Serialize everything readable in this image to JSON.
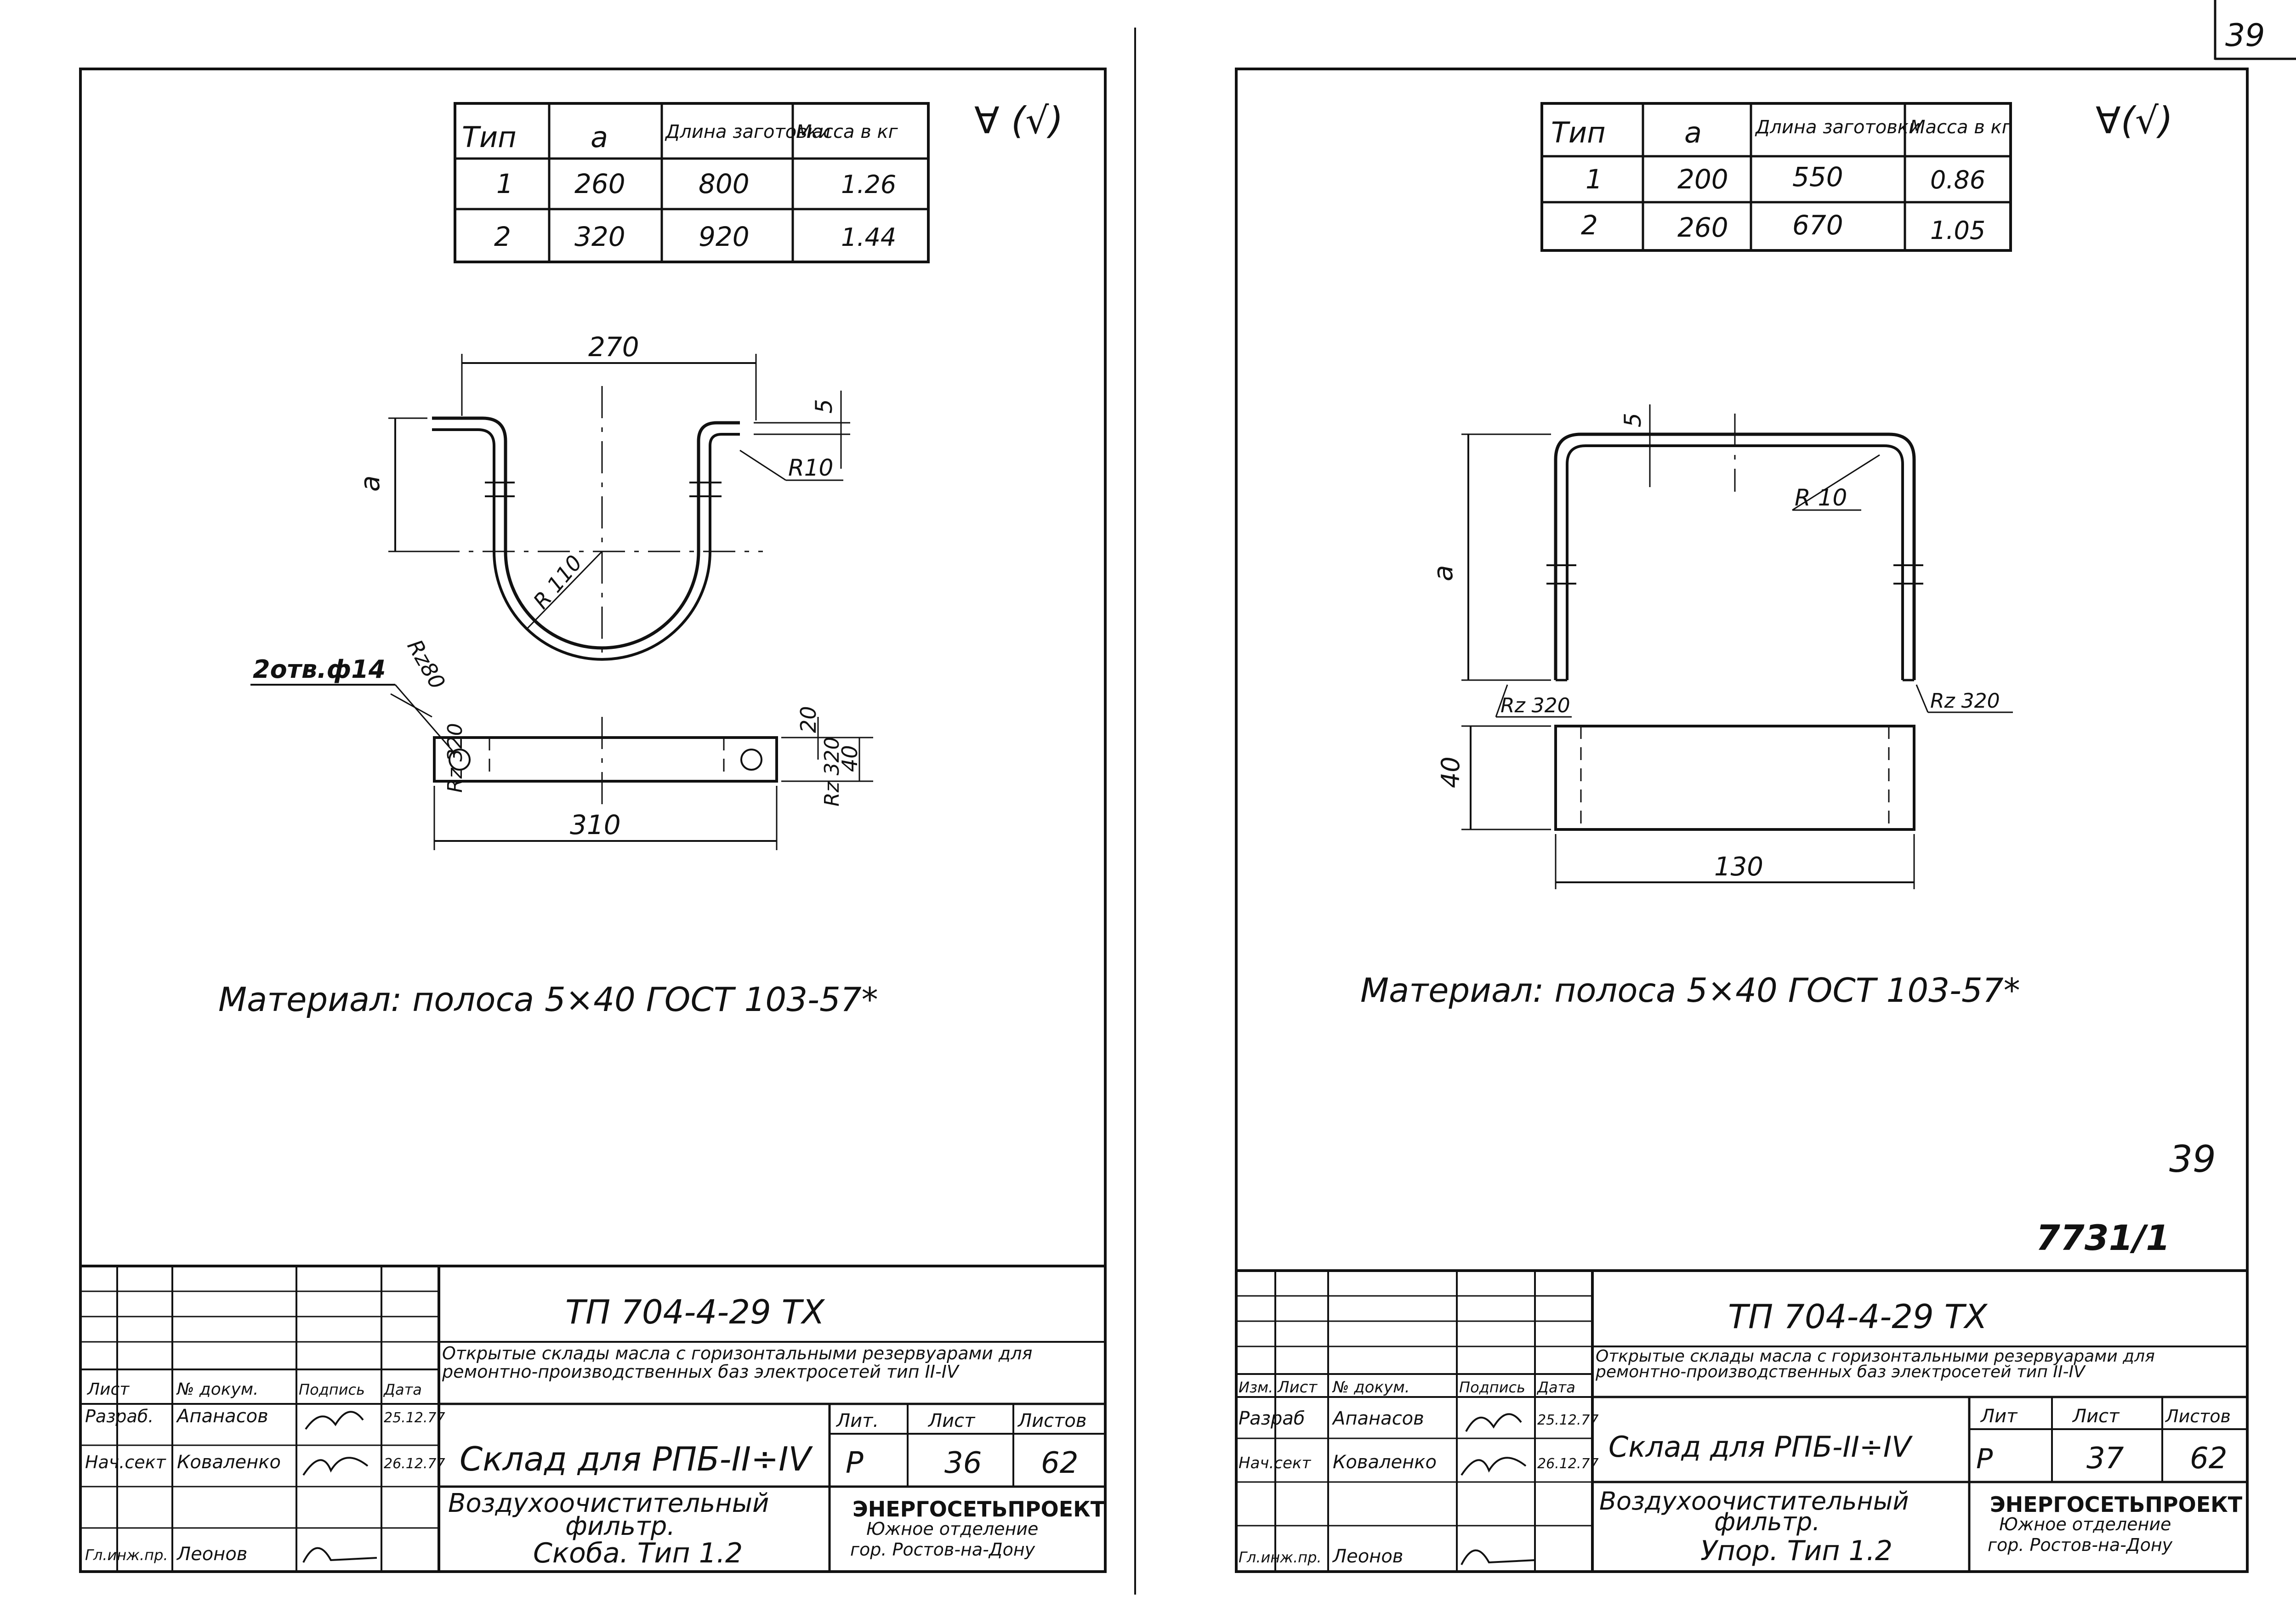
{
  "page_number": "39",
  "left_sheet": {
    "checkmark": "∀ (√)",
    "table": {
      "headers": [
        "Тип",
        "a",
        "Длина заготовки",
        "Масса в кг"
      ],
      "rows": [
        [
          "1",
          "260",
          "800",
          "1.26"
        ],
        [
          "2",
          "320",
          "920",
          "1.44"
        ]
      ]
    },
    "dims": {
      "top_width": "270",
      "thickness": "5",
      "bend_radius": "R10",
      "arc_radius": "R 110",
      "a": "a",
      "hole": "2отв.ф14",
      "rz80": "Rz80",
      "rz320_left": "Rz 320",
      "rz320_right": "Rz 320",
      "width20": "20",
      "width40": "40",
      "length": "310"
    },
    "material": "Материал: полоса 5×40  ГОСТ 103-57*",
    "title_block": {
      "code": "ТП 704-4-29 ТХ",
      "description": "Открытые склады масла с горизонтальными резервуарами для ремонтно-производственных баз электросетей тип II-IV",
      "col_list": "Лист",
      "col_doc": "№ докум.",
      "col_sign": "Подпись",
      "col_date": "Дата",
      "r1_role": "Разраб.",
      "r1_name": "Апанасов",
      "r1_date": "25.12.77",
      "r2_role": "Нач.сект",
      "r2_name": "Коваленко",
      "r2_date": "26.12.77",
      "r3_role": "Гл.инж.пр.",
      "r3_name": "Леонов",
      "name": "Склад для РПБ-II÷IV",
      "lit_h": "Лит.",
      "sheet_h": "Лист",
      "sheets_h": "Листов",
      "lit": "Р",
      "sheet": "36",
      "sheets": "62",
      "subject1": "Воздухоочистительный",
      "subject2": "фильтр.",
      "subject3": "Скоба. Тип 1.2",
      "org1": "ЭНЕРГОСЕТЬПРОЕКТ",
      "org2": "Южное отделение",
      "org3": "гор. Ростов-на-Дону"
    }
  },
  "right_sheet": {
    "checkmark": "∀(√)",
    "table": {
      "headers": [
        "Тип",
        "a",
        "Длина заготовки",
        "Масса в кг"
      ],
      "rows": [
        [
          "1",
          "200",
          "550",
          "0.86"
        ],
        [
          "2",
          "260",
          "670",
          "1.05"
        ]
      ]
    },
    "dims": {
      "thickness": "5",
      "bend_radius": "R 10",
      "a": "a",
      "rz320_left": "Rz 320",
      "rz320_right": "Rz 320",
      "width40": "40",
      "length": "130"
    },
    "material": "Материал: полоса 5×40  ГОСТ 103-57*",
    "sheet_number": "39",
    "archive_number": "7731/1",
    "title_block": {
      "code": "ТП 704-4-29 ТХ",
      "description": "Открытые склады масла с горизонтальными резервуарами для ремонтно-производственных баз электросетей тип II-IV",
      "col_izm": "Изм.",
      "col_list": "Лист",
      "col_doc": "№ докум.",
      "col_sign": "Подпись",
      "col_date": "Дата",
      "r1_role": "Разраб",
      "r1_name": "Апанасов",
      "r1_date": "25.12.77",
      "r2_role": "Нач.сект",
      "r2_name": "Коваленко",
      "r2_date": "26.12.77",
      "r3_role": "Гл.инж.пр.",
      "r3_name": "Леонов",
      "name": "Склад для РПБ-II÷IV",
      "lit_h": "Лит",
      "sheet_h": "Лист",
      "sheets_h": "Листов",
      "lit": "Р",
      "sheet": "37",
      "sheets": "62",
      "subject1": "Воздухоочистительный",
      "subject2": "фильтр.",
      "subject3": "Упор. Тип 1.2",
      "org1": "ЭНЕРГОСЕТЬПРОЕКТ",
      "org2": "Южное отделение",
      "org3": "гор. Ростов-на-Дону"
    }
  }
}
